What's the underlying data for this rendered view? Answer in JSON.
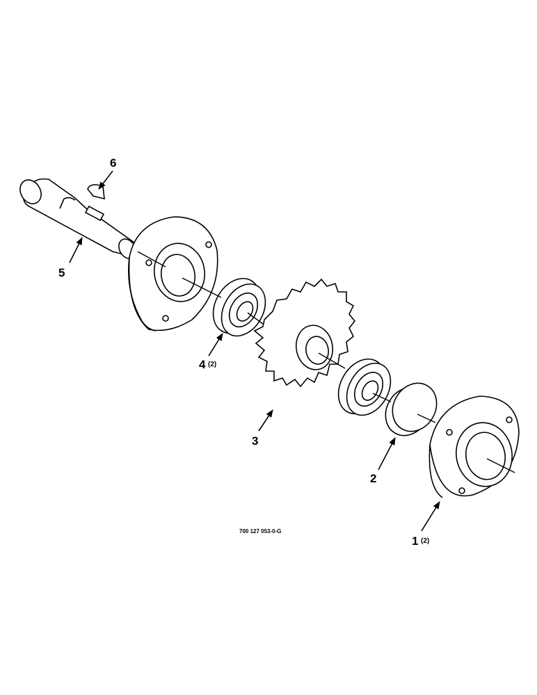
{
  "callouts": {
    "c1": {
      "number": "1",
      "qty": "(2)"
    },
    "c2": {
      "number": "2"
    },
    "c3": {
      "number": "3"
    },
    "c4": {
      "number": "4",
      "qty": "(2)"
    },
    "c5": {
      "number": "5"
    },
    "c6": {
      "number": "6"
    }
  },
  "drawing_number": "700 127 053-0-G"
}
